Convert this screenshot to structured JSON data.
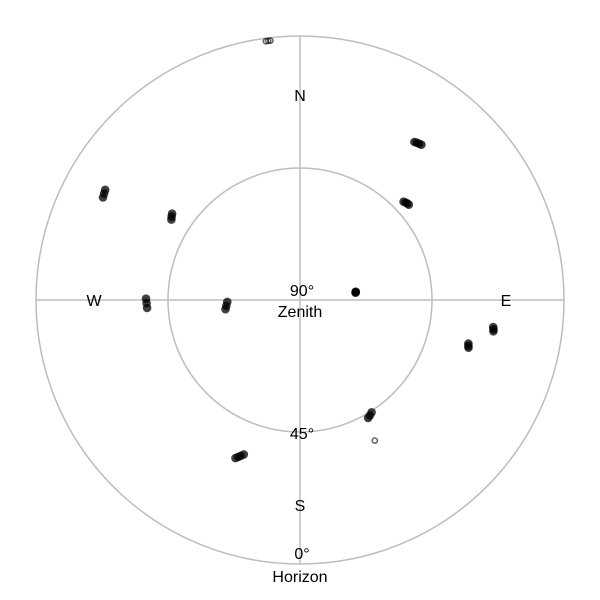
{
  "chart_data": {
    "type": "scatter",
    "projection": "polar sky plot (azimuth / elevation)",
    "cardinals": {
      "north": "N",
      "east": "E",
      "south": "S",
      "west": "W"
    },
    "rings": [
      {
        "elevation": 90,
        "value_label": "90°",
        "name_label": "Zenith"
      },
      {
        "elevation": 45,
        "value_label": "45°",
        "name_label": ""
      },
      {
        "elevation": 0,
        "value_label": "0°",
        "name_label": "Horizon"
      }
    ],
    "elevation_range": [
      0,
      90
    ],
    "grid": true,
    "colors": {
      "grid": "#bdbdbd",
      "marker": "#000000"
    },
    "tracks": [
      {
        "azimuth": [
          352.5,
          353.0,
          353.5
        ],
        "elevation": [
          1.0,
          1.0,
          1.0
        ],
        "hollow": true
      },
      {
        "azimuth": [
          35.9,
          36.6,
          37.3,
          38.0
        ],
        "elevation": [
          23.5,
          23.2,
          23.0,
          22.8
        ]
      },
      {
        "azimuth": [
          46.5,
          47.3,
          48.0,
          48.8
        ],
        "elevation": [
          41.3,
          41.0,
          40.8,
          40.7
        ]
      },
      {
        "azimuth": [
          81.5,
          82.0,
          82.5
        ],
        "elevation": [
          70.8,
          70.8,
          70.9
        ]
      },
      {
        "azimuth": [
          104.5,
          105.2,
          105.8
        ],
        "elevation": [
          30.7,
          30.5,
          30.3
        ]
      },
      {
        "azimuth": [
          98.0,
          98.6,
          99.2
        ],
        "elevation": [
          23.5,
          23.3,
          23.2
        ]
      },
      {
        "azimuth": [
          147.5,
          148.8,
          150.0
        ],
        "elevation": [
          44.6,
          44.0,
          43.6
        ]
      },
      {
        "azimuth": [
          152.0
        ],
        "elevation": [
          35.7
        ],
        "hollow": true
      },
      {
        "azimuth": [
          200.0,
          200.8,
          201.5,
          202.2
        ],
        "elevation": [
          34.0,
          33.2,
          32.5,
          31.8
        ]
      },
      {
        "azimuth": [
          263.0,
          265.5,
          268.5
        ],
        "elevation": [
          64.4,
          64.8,
          65.2
        ]
      },
      {
        "azimuth": [
          267.0,
          268.8,
          270.5
        ],
        "elevation": [
          37.8,
          37.7,
          37.5
        ]
      },
      {
        "azimuth": [
          302.0,
          303.0,
          304.0
        ],
        "elevation": [
          38.3,
          37.8,
          37.4
        ]
      },
      {
        "azimuth": [
          297.5,
          298.5,
          299.5
        ],
        "elevation": [
          14.3,
          14.0,
          13.7
        ]
      }
    ]
  }
}
